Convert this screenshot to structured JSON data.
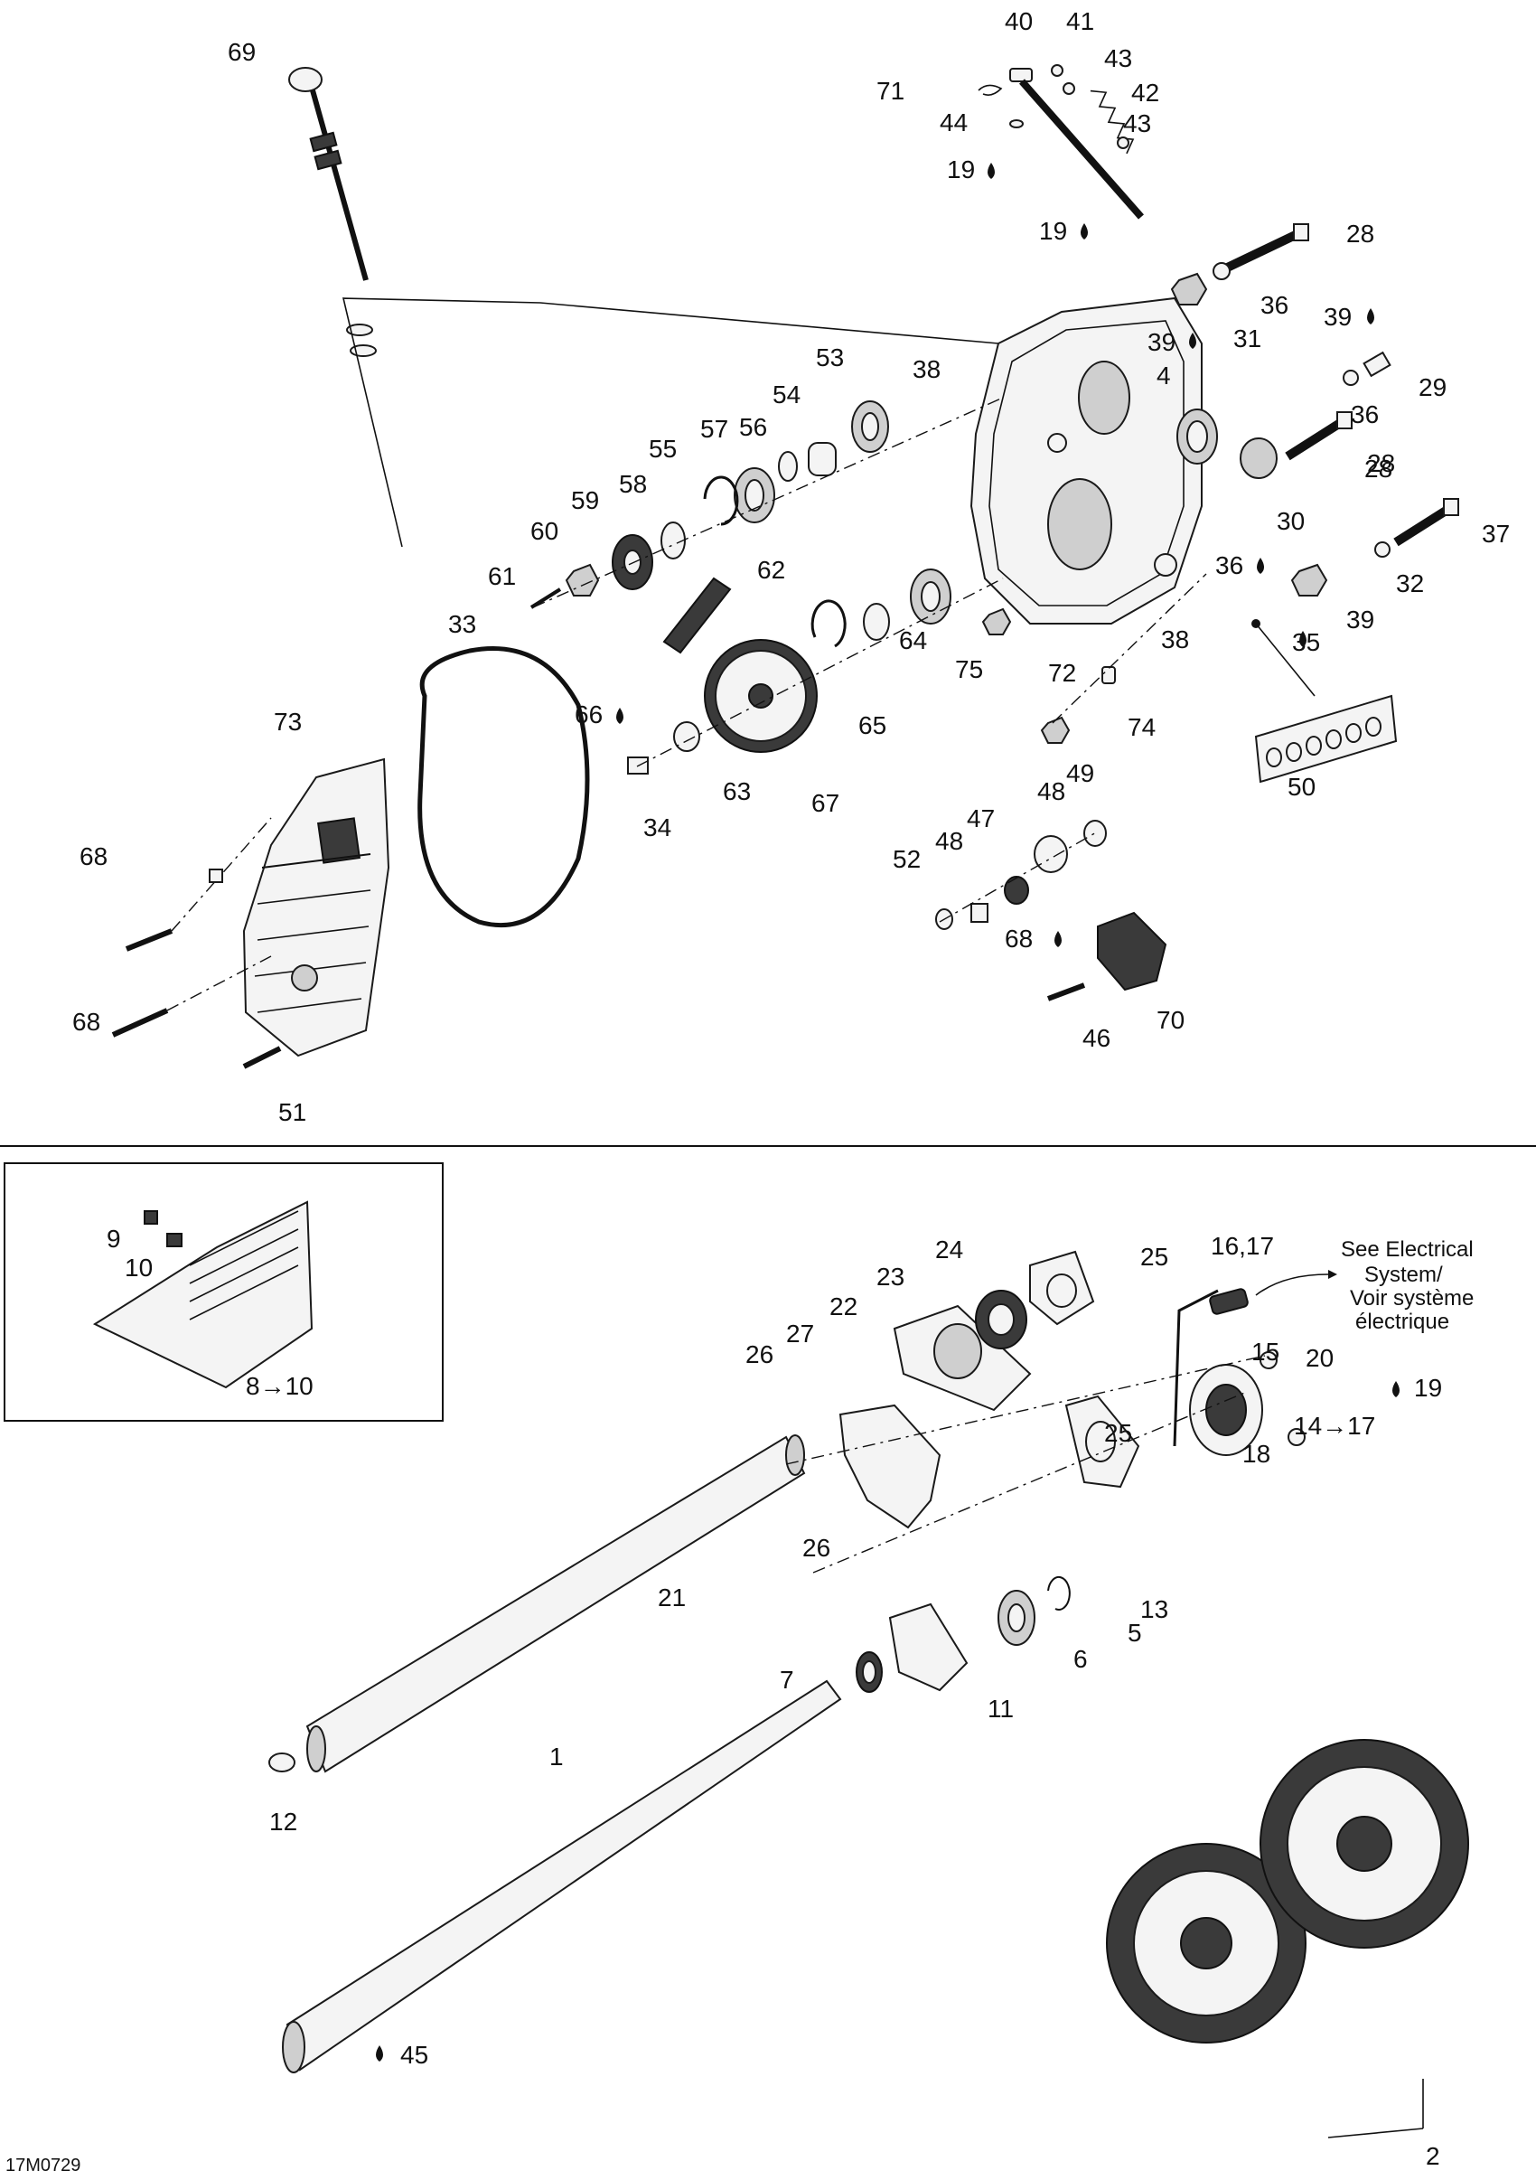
{
  "diagram_code": "17M0729",
  "top_section": {
    "callouts": [
      "69",
      "40",
      "41",
      "71",
      "43",
      "42",
      "44",
      "43",
      "19",
      "19",
      "28",
      "36",
      "31",
      "39",
      "39",
      "29",
      "36",
      "28",
      "4",
      "53",
      "38",
      "54",
      "56",
      "57",
      "55",
      "58",
      "59",
      "60",
      "61",
      "62",
      "30",
      "28",
      "37",
      "36",
      "32",
      "39",
      "35",
      "38",
      "72",
      "74",
      "75",
      "64",
      "65",
      "33",
      "66",
      "73",
      "63",
      "67",
      "34",
      "50",
      "48",
      "49",
      "47",
      "48",
      "52",
      "68",
      "68",
      "68",
      "51",
      "46",
      "70"
    ]
  },
  "inset": {
    "callouts": [
      "9",
      "10",
      "8→10"
    ]
  },
  "bottom_section": {
    "callouts": [
      "24",
      "25",
      "16,17",
      "23",
      "22",
      "27",
      "26",
      "15",
      "20",
      "19",
      "25",
      "14→17",
      "18",
      "21",
      "26",
      "13",
      "5",
      "6",
      "7",
      "11",
      "12",
      "1",
      "45",
      "2"
    ],
    "note": [
      "See Electrical",
      "System/",
      "Voir système",
      "électrique"
    ]
  }
}
